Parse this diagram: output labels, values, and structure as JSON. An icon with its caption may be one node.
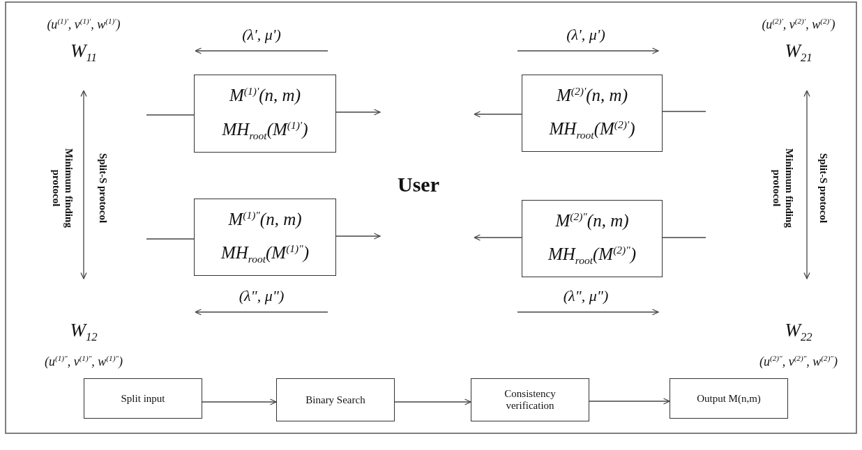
{
  "diagram": {
    "nodes": [
      {
        "text": [
          "(u$^{(1)'}$, v$^{(1)'}$, w$^{(1)'}$)",
          "W$_{11}$"
        ]
      },
      {
        "text": [
          "(u$^{(2)'}$, v$^{(2)'}$, w$^{(2)'}$)",
          "W$_{21}$"
        ]
      },
      {
        "text": [
          "M$^{(1)'}$(n, m)",
          "MH$_{root}$(M$^{(1)'}$)"
        ]
      },
      {
        "text": [
          "M$^{(2)'}$(n, m)",
          "MH$_{root}$(M$^{(2)'}$)"
        ]
      },
      {
        "text": [
          "M$^{(1)\"}$(n, m)",
          "MH$_{root}$(M$^{(1)\"}$)"
        ]
      },
      {
        "text": [
          "M$^{(2)\"}$(n, m)",
          "MH$_{root}$(M$^{(2)\"}$)"
        ]
      },
      {
        "text": [
          "W$_{12}$",
          "(u$^{(1)\"}$, v$^{(1)\"}$, w$^{(1)\"}$)"
        ]
      },
      {
        "text": [
          "W$_{22}$",
          "(u$^{(2)\"}$, v$^{(2)\"}$, w$^{(2)\"}$)"
        ]
      },
      {
        "text": [
          "Split input"
        ]
      },
      {
        "text": [
          "Binary Search"
        ]
      },
      {
        "text": [
          "Consistency verification"
        ]
      },
      {
        "text": [
          "Output M(n,m)"
        ]
      }
    ],
    "edges": [
      {
        "from": null,
        "to": 2,
        "arrow": "none"
      },
      {
        "from": 2,
        "to": null,
        "arrow": "to"
      },
      {
        "from": 3,
        "to": null,
        "arrow": "to"
      },
      {
        "from": 3,
        "to": null,
        "arrow": "none"
      },
      {
        "from": null,
        "to": 4,
        "arrow": "none"
      },
      {
        "from": 4,
        "to": null,
        "arrow": "to"
      },
      {
        "from": 5,
        "to": null,
        "arrow": "to"
      },
      {
        "from": 5,
        "to": null,
        "arrow": "none"
      },
      {
        "from": 0,
        "to": 6,
        "arrow": "both",
        "label": "Split-S protocol"
      },
      {
        "from": 1,
        "to": 7,
        "arrow": "both",
        "label": "Split-S protocol"
      },
      {
        "from": 8,
        "to": 9,
        "arrow": "to"
      },
      {
        "from": 9,
        "to": 10,
        "arrow": "to"
      },
      {
        "from": 10,
        "to": 11,
        "arrow": "to"
      }
    ],
    "labels": [
      "(λ', μ')",
      "(λ', μ')",
      "Minimum finding protocol",
      "User",
      "Minimum finding protocol",
      "(λ\", μ\")",
      "(λ\", μ\")"
    ]
  }
}
